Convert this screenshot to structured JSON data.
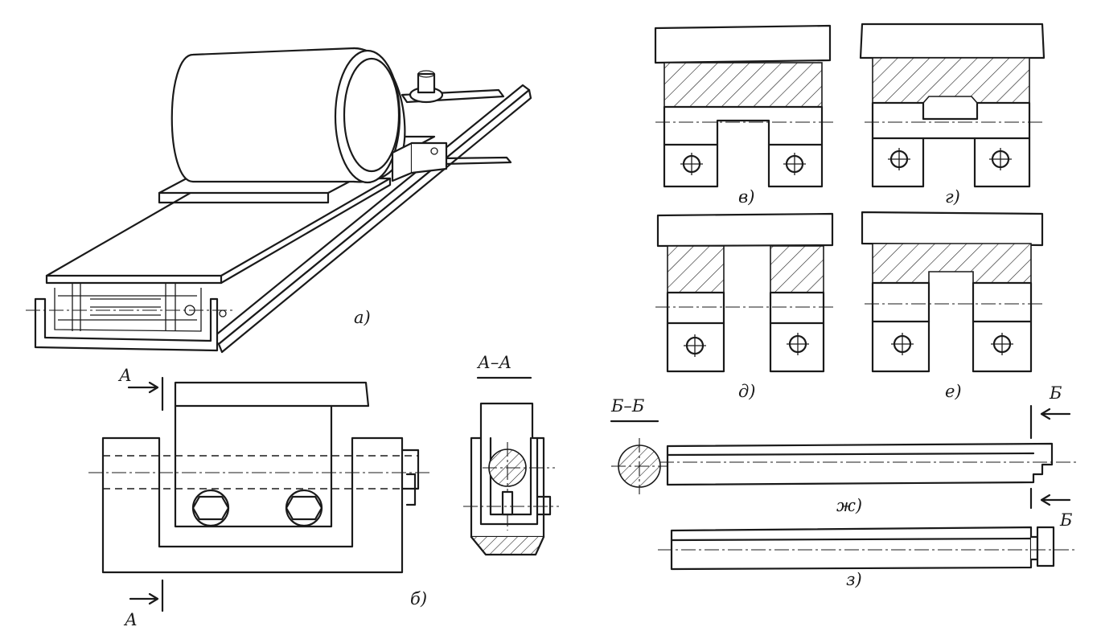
{
  "figure": {
    "labels": {
      "a": "а)",
      "b": "б)",
      "v": "в)",
      "g": "г)",
      "d": "д)",
      "e": "е)",
      "zh": "ж)",
      "z": "з)"
    },
    "section_aa": {
      "title": "А–А",
      "marker": "А"
    },
    "section_bb": {
      "title": "Б–Б",
      "marker": "Б"
    }
  }
}
